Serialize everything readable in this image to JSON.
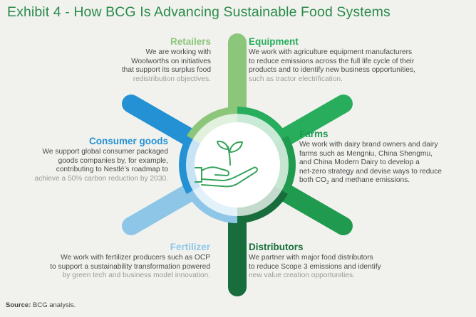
{
  "title": "Exhibit 4 - How BCG Is Advancing Sustainable Food Systems",
  "colors": {
    "title": "#2a8a4a",
    "retailers": "#8cc67a",
    "equipment": "#27ad5c",
    "farms": "#1f9a4e",
    "distributors": "#176d3b",
    "fertilizer": "#8ec6e8",
    "consumer_goods": "#2391d4",
    "hub": "#ffffff",
    "icon": "#36a35b"
  },
  "hub_icon": "sprouting-plant-in-hand-icon",
  "segments": {
    "retailers": {
      "label": "Retailers",
      "lines": [
        "We are working with",
        "Woolworths on initiatives",
        "that support its surplus food"
      ],
      "light_lines": [
        "redistribution objectives."
      ]
    },
    "equipment": {
      "label": "Equipment",
      "lines": [
        "We work with agriculture equipment manufacturers",
        "to reduce emissions across the full life cycle of their",
        "products and to identify new business opportunities,"
      ],
      "light_lines": [
        "such as tractor electrification."
      ]
    },
    "farms": {
      "label": "Farms",
      "lines": [
        "We work with dairy brand owners and dairy",
        "farms such as Mengniu, China Shengmu,",
        "and China Modern Dairy to develop a",
        "net-zero strategy and devise ways to reduce"
      ],
      "last_line_a": "both CO",
      "last_line_sub": "2",
      "last_line_b": " and methane emissions."
    },
    "consumer_goods": {
      "label": "Consumer goods",
      "lines": [
        "We support global consumer packaged",
        "goods companies by, for example,",
        "contributing to Nestlé’s roadmap to"
      ],
      "light_lines": [
        "achieve a 50% carbon reduction by 2030."
      ]
    },
    "fertilizer": {
      "label": "Fertilizer",
      "lines": [
        "We work with fertilizer producers such as OCP",
        "to support a sustainability transformation powered"
      ],
      "light_lines": [
        "by green tech and business model innovation."
      ]
    },
    "distributors": {
      "label": "Distributors",
      "lines": [
        "We partner with major food distributors",
        "to reduce Scope 3 emissions and identify"
      ],
      "light_lines": [
        "new value creation opportunities."
      ]
    }
  },
  "source": {
    "label": "Source:",
    "text": " BCG analysis."
  }
}
